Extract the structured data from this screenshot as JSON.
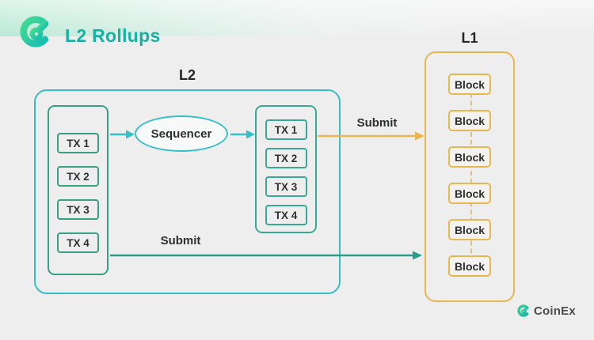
{
  "page": {
    "title": "L2 Rollups"
  },
  "colors": {
    "cyan": "#35c0c6",
    "green_left": "#399f85",
    "green_right": "#37a996",
    "teal_arrow": "#2b9c8c",
    "orange": "#e9b74f",
    "dash": "#e0c084",
    "title_teal": "#15b2a4"
  },
  "l2": {
    "label": "L2",
    "mempool": {
      "items": [
        "TX 1",
        "TX 2",
        "TX 3",
        "TX 4"
      ]
    },
    "sequencer": {
      "label": "Sequencer"
    },
    "ordered": {
      "items": [
        "TX 1",
        "TX 2",
        "TX 3",
        "TX 4"
      ]
    },
    "arrows": {
      "submit_top": "Submit",
      "submit_bottom": "Submit"
    }
  },
  "l1": {
    "label": "L1",
    "blocks": [
      "Block",
      "Block",
      "Block",
      "Block",
      "Block",
      "Block"
    ]
  },
  "footer": {
    "brand": "CoinEx"
  }
}
